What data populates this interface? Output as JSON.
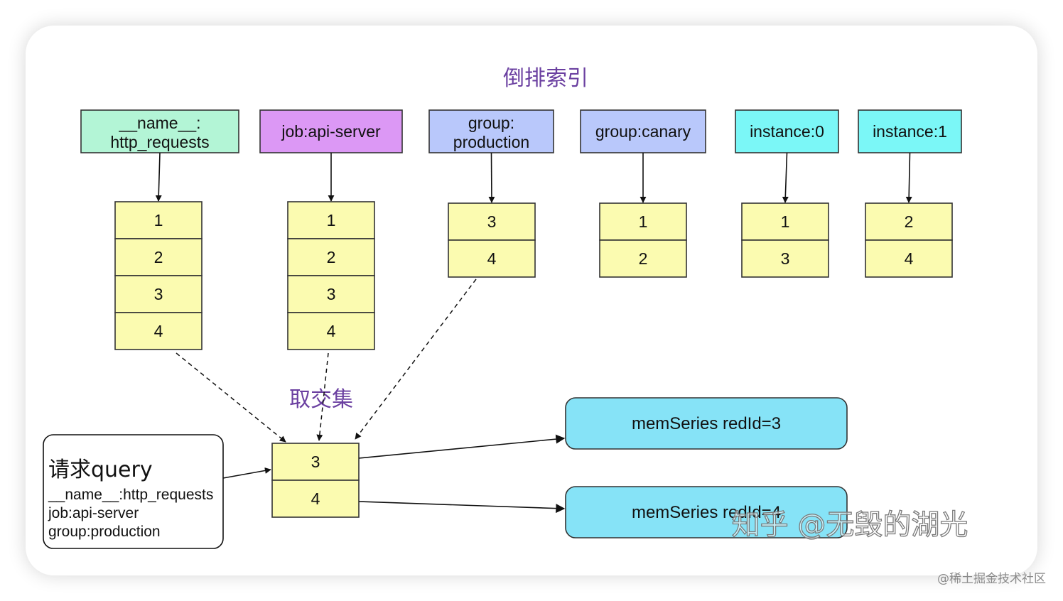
{
  "title": "倒排索引",
  "intersect_label": "取交集",
  "labels": [
    {
      "lines": [
        "__name__:",
        "http_requests"
      ],
      "color": "#b3f5d6"
    },
    {
      "lines": [
        "job:api-server"
      ],
      "color": "#dc98f5"
    },
    {
      "lines": [
        "group:",
        "production"
      ],
      "color": "#b9c8fb"
    },
    {
      "lines": [
        "group:canary"
      ],
      "color": "#b9c8fb"
    },
    {
      "lines": [
        "instance:0"
      ],
      "color": "#7bf7f7"
    },
    {
      "lines": [
        "instance:1"
      ],
      "color": "#7bf7f7"
    }
  ],
  "postings": [
    [
      "1",
      "2",
      "3",
      "4"
    ],
    [
      "1",
      "2",
      "3",
      "4"
    ],
    [
      "3",
      "4"
    ],
    [
      "1",
      "2"
    ],
    [
      "1",
      "3"
    ],
    [
      "2",
      "4"
    ]
  ],
  "result": [
    "3",
    "4"
  ],
  "query": {
    "title": "请求query",
    "lines": [
      "__name__:http_requests",
      "job:api-server",
      "group:production"
    ]
  },
  "series": [
    "memSeries redId=3",
    "memSeries redId=4"
  ],
  "colors": {
    "cell": "#fbfbb0",
    "series": "#86e3f7",
    "title": "#6a3fa0",
    "stroke": "#333333"
  },
  "watermark": "知乎 @无毁的湖光",
  "footer": "@稀土掘金技术社区"
}
